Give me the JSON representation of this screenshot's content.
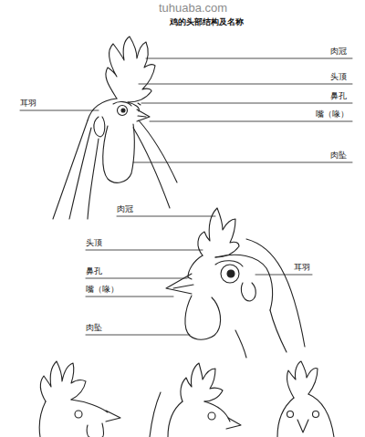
{
  "diagram": {
    "title": "鸡的头部结构及名称",
    "labels": [
      "肉冠",
      "头顶",
      "耳羽",
      "鼻孔",
      "嘴（喙）",
      "肉坠",
      "肉冠",
      "头顶",
      "鼻孔",
      "嘴（喙）",
      "耳羽",
      "肉坠",
      "tuhuaba.com"
    ]
  }
}
